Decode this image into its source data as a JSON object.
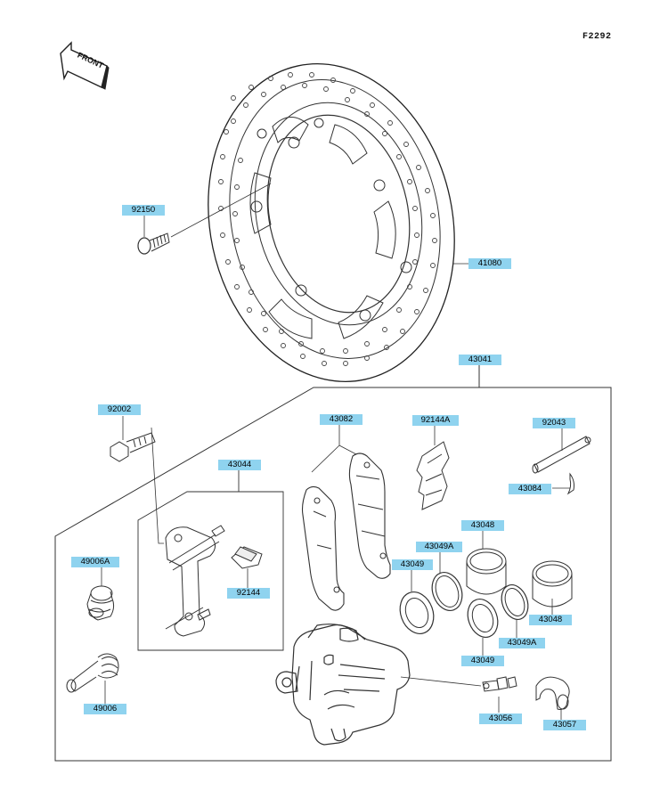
{
  "figure_code": "F2292",
  "front_arrow_text": "FRONT",
  "parts": {
    "p92150": "92150",
    "p41080": "41080",
    "p43041": "43041",
    "p92002": "92002",
    "p43082": "43082",
    "p92144A": "92144A",
    "p92043": "92043",
    "p43044": "43044",
    "p43084": "43084",
    "p43048_top": "43048",
    "p49006A": "49006A",
    "p43049A_top": "43049A",
    "p43049_left": "43049",
    "p92144": "92144",
    "p43048_right": "43048",
    "p43049A_bottom": "43049A",
    "p43049_bottom": "43049",
    "p49006": "49006",
    "p43056": "43056",
    "p43057": "43057"
  }
}
